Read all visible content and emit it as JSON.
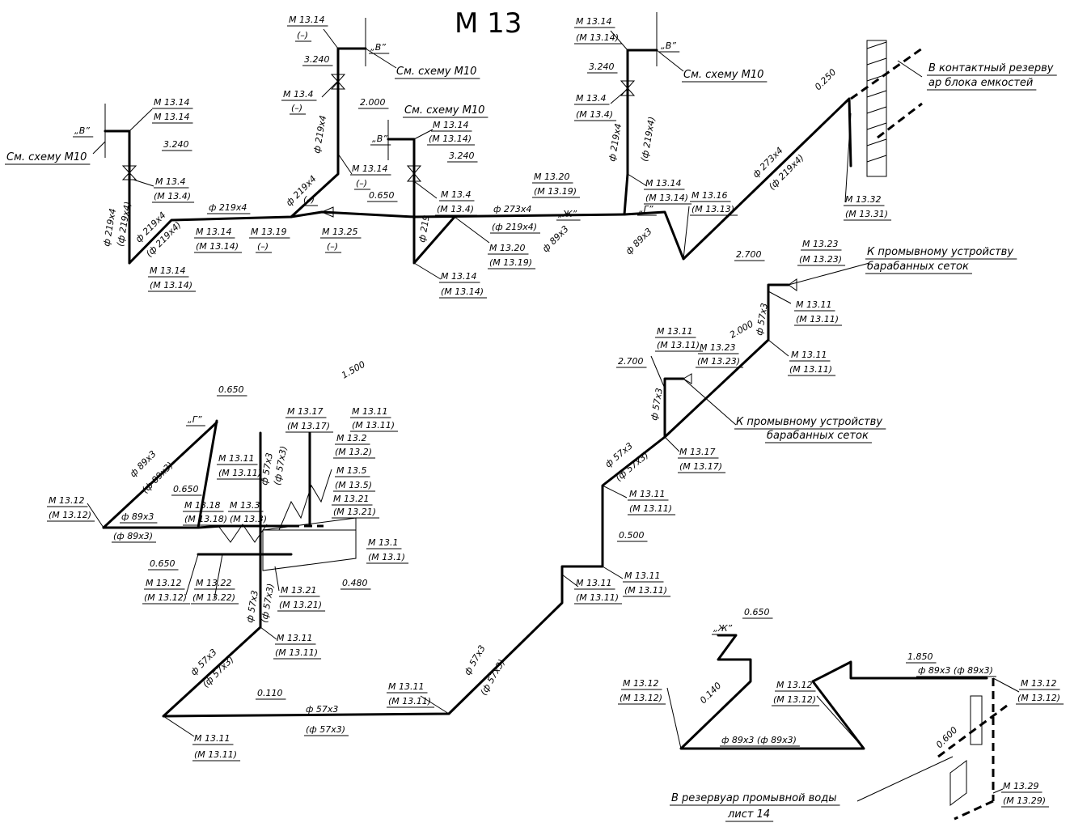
{
  "title": "М 13",
  "labels": [
    {
      "id": "l01",
      "t": "М 13.14"
    },
    {
      "id": "l02",
      "t": "(–)"
    },
    {
      "id": "l03",
      "t": "3.240"
    },
    {
      "id": "l04",
      "t": "„В”"
    },
    {
      "id": "l05",
      "t": "См. схему М10"
    },
    {
      "id": "l06",
      "t": "М 13.4"
    },
    {
      "id": "l07",
      "t": "(–)"
    },
    {
      "id": "l08",
      "t": "2.000"
    },
    {
      "id": "l09",
      "t": "ф 219х4"
    },
    {
      "id": "l10",
      "t": "М 13.14"
    },
    {
      "id": "l11",
      "t": "(М 13.14)"
    },
    {
      "id": "l12",
      "t": "3.240"
    },
    {
      "id": "l13",
      "t": "„В”"
    },
    {
      "id": "l14",
      "t": "См. схему М10"
    },
    {
      "id": "l15",
      "t": "М 13.4"
    },
    {
      "id": "l16",
      "t": "(М 13.4)"
    },
    {
      "id": "l17",
      "t": "ф 219х4"
    },
    {
      "id": "l18",
      "t": "(ф 219х4)"
    },
    {
      "id": "l19",
      "t": "0.250"
    },
    {
      "id": "l20",
      "t": "ф 273х4"
    },
    {
      "id": "l21",
      "t": "(ф 219х4)"
    },
    {
      "id": "l22",
      "t": "В контактный резерву"
    },
    {
      "id": "l23",
      "t": "ар блока емкостей"
    },
    {
      "id": "l24",
      "t": "М 13.32"
    },
    {
      "id": "l25",
      "t": "(М 13.31)"
    },
    {
      "id": "l26",
      "t": "„В”"
    },
    {
      "id": "l27",
      "t": "М 13.14"
    },
    {
      "id": "l28",
      "t": "М 13.14"
    },
    {
      "id": "l29",
      "t": "3.240"
    },
    {
      "id": "l30",
      "t": "См. схему М10"
    },
    {
      "id": "l31",
      "t": "М 13.4"
    },
    {
      "id": "l32",
      "t": "(М 13.4)"
    },
    {
      "id": "l33",
      "t": "ф 219х4"
    },
    {
      "id": "l34",
      "t": "(ф 219х4)"
    },
    {
      "id": "l35",
      "t": "ф 219х4"
    },
    {
      "id": "l36",
      "t": "(ф 219х4)"
    },
    {
      "id": "l37",
      "t": "М 13.14"
    },
    {
      "id": "l38",
      "t": "(М 13.14)"
    },
    {
      "id": "l39",
      "t": "ф 219х4"
    },
    {
      "id": "l40",
      "t": "М 13.14"
    },
    {
      "id": "l41",
      "t": "(М 13.14)"
    },
    {
      "id": "l42",
      "t": "М 13.19"
    },
    {
      "id": "l43",
      "t": "(–)"
    },
    {
      "id": "l44",
      "t": "ф 219х4"
    },
    {
      "id": "l45",
      "t": "(–)"
    },
    {
      "id": "l46",
      "t": "0.650"
    },
    {
      "id": "l47",
      "t": "М 13.25"
    },
    {
      "id": "l48",
      "t": "(–)"
    },
    {
      "id": "l49",
      "t": "М 13.14"
    },
    {
      "id": "l50",
      "t": "(–)"
    },
    {
      "id": "l51",
      "t": "См. схему М10"
    },
    {
      "id": "l52",
      "t": "„В”"
    },
    {
      "id": "l53",
      "t": "М 13.14"
    },
    {
      "id": "l54",
      "t": "(М 13.14)"
    },
    {
      "id": "l55",
      "t": "3.240"
    },
    {
      "id": "l56",
      "t": "М 13.4"
    },
    {
      "id": "l57",
      "t": "(М 13.4)"
    },
    {
      "id": "l58",
      "t": "ф 219"
    },
    {
      "id": "l59",
      "t": "М 13.20"
    },
    {
      "id": "l60",
      "t": "(М 13.19)"
    },
    {
      "id": "l61",
      "t": "М 13.14"
    },
    {
      "id": "l62",
      "t": "(М 13.14)"
    },
    {
      "id": "l63",
      "t": "ф 273х4"
    },
    {
      "id": "l64",
      "t": "(ф 219х4)"
    },
    {
      "id": "l65",
      "t": "М 13.20"
    },
    {
      "id": "l66",
      "t": "(М 13.19)"
    },
    {
      "id": "l67",
      "t": "„Ж”"
    },
    {
      "id": "l68",
      "t": "ф 89х3"
    },
    {
      "id": "l69",
      "t": "„Г”"
    },
    {
      "id": "l70",
      "t": "ф 89х3"
    },
    {
      "id": "l71",
      "t": "М 13.14"
    },
    {
      "id": "l72",
      "t": "(М 13.14)"
    },
    {
      "id": "l73",
      "t": "М 13.16"
    },
    {
      "id": "l74",
      "t": "(М 13.13)"
    },
    {
      "id": "l75",
      "t": "2.700"
    },
    {
      "id": "l76",
      "t": "М 13.23"
    },
    {
      "id": "l77",
      "t": "(М 13.23)"
    },
    {
      "id": "l78",
      "t": "К промывному устройству"
    },
    {
      "id": "l79",
      "t": "барабанных сеток"
    },
    {
      "id": "l80",
      "t": "М 13.11"
    },
    {
      "id": "l81",
      "t": "(М 13.11)"
    },
    {
      "id": "l82",
      "t": "ф 57х3"
    },
    {
      "id": "l83",
      "t": "2.000"
    },
    {
      "id": "l84",
      "t": "М 13.11"
    },
    {
      "id": "l85",
      "t": "(М 13.11)"
    },
    {
      "id": "l86",
      "t": "М 13.23"
    },
    {
      "id": "l87",
      "t": "(М 13.23)"
    },
    {
      "id": "l88",
      "t": "М 13.11"
    },
    {
      "id": "l89",
      "t": "(М 13.11)"
    },
    {
      "id": "l90",
      "t": "2.700"
    },
    {
      "id": "l91",
      "t": "ф 57х3"
    },
    {
      "id": "l92",
      "t": "К промывному устройству"
    },
    {
      "id": "l93",
      "t": "барабанных сеток"
    },
    {
      "id": "l94",
      "t": "ф 57х3"
    },
    {
      "id": "l95",
      "t": "(ф 57х3)"
    },
    {
      "id": "l96",
      "t": "М 13.17"
    },
    {
      "id": "l97",
      "t": "(М 13.17)"
    },
    {
      "id": "l98",
      "t": "М 13.11"
    },
    {
      "id": "l99",
      "t": "(М 13.11)"
    },
    {
      "id": "l100",
      "t": "0.500"
    },
    {
      "id": "l101",
      "t": "М 13.11"
    },
    {
      "id": "l102",
      "t": "(М 13.11)"
    },
    {
      "id": "l103",
      "t": "М 13.11"
    },
    {
      "id": "l104",
      "t": "(М 13.11)"
    },
    {
      "id": "l105",
      "t": "0.650"
    },
    {
      "id": "l106",
      "t": "„Г”"
    },
    {
      "id": "l107",
      "t": "ф 89х3"
    },
    {
      "id": "l108",
      "t": "(ф 89х3)"
    },
    {
      "id": "l109",
      "t": "1.500"
    },
    {
      "id": "l110",
      "t": "М 13.17"
    },
    {
      "id": "l111",
      "t": "(М 13.17)"
    },
    {
      "id": "l112",
      "t": "М 13.11"
    },
    {
      "id": "l113",
      "t": "(М 13.11)"
    },
    {
      "id": "l114",
      "t": "М 13.12"
    },
    {
      "id": "l115",
      "t": "(М 13.12)"
    },
    {
      "id": "l116",
      "t": "0.650"
    },
    {
      "id": "l117",
      "t": "ф 89х3"
    },
    {
      "id": "l118",
      "t": "(ф 89х3)"
    },
    {
      "id": "l119",
      "t": "М 13.18"
    },
    {
      "id": "l120",
      "t": "(М 13.18)"
    },
    {
      "id": "l121",
      "t": "М 13.3"
    },
    {
      "id": "l122",
      "t": "(М 13.3)"
    },
    {
      "id": "l123",
      "t": "М 13.11"
    },
    {
      "id": "l124",
      "t": "(М 13.11)"
    },
    {
      "id": "l125",
      "t": "ф 57х3"
    },
    {
      "id": "l126",
      "t": "(ф 57х3)"
    },
    {
      "id": "l127",
      "t": "М 13.2"
    },
    {
      "id": "l128",
      "t": "(М 13.2)"
    },
    {
      "id": "l129",
      "t": "М 13.5"
    },
    {
      "id": "l130",
      "t": "(М 13.5)"
    },
    {
      "id": "l131",
      "t": "М 13.21"
    },
    {
      "id": "l132",
      "t": "(М 13.21)"
    },
    {
      "id": "l133",
      "t": "М 13.1"
    },
    {
      "id": "l134",
      "t": "(М 13.1)"
    },
    {
      "id": "l135",
      "t": "0.650"
    },
    {
      "id": "l136",
      "t": "М 13.12"
    },
    {
      "id": "l137",
      "t": "(М 13.12)"
    },
    {
      "id": "l138",
      "t": "М 13.22"
    },
    {
      "id": "l139",
      "t": "(М 13.22)"
    },
    {
      "id": "l140",
      "t": "М 13.21"
    },
    {
      "id": "l141",
      "t": "(М 13.21)"
    },
    {
      "id": "l142",
      "t": "0.480"
    },
    {
      "id": "l143",
      "t": "ф 57х3"
    },
    {
      "id": "l144",
      "t": "(ф 57х3)"
    },
    {
      "id": "l145",
      "t": "М 13.11"
    },
    {
      "id": "l146",
      "t": "(М 13.11)"
    },
    {
      "id": "l147",
      "t": "ф 57х3"
    },
    {
      "id": "l148",
      "t": "(ф 57х3)"
    },
    {
      "id": "l149",
      "t": "0.110"
    },
    {
      "id": "l150",
      "t": "ф 57х3"
    },
    {
      "id": "l151",
      "t": "(ф 57х3)"
    },
    {
      "id": "l152",
      "t": "М 13.11"
    },
    {
      "id": "l153",
      "t": "(М 13.11)"
    },
    {
      "id": "l154",
      "t": "ф 57х3"
    },
    {
      "id": "l155",
      "t": "(ф 57х3)"
    },
    {
      "id": "l156",
      "t": "М 13.11"
    },
    {
      "id": "l157",
      "t": "(М 13.11)"
    },
    {
      "id": "l158",
      "t": "„Ж”"
    },
    {
      "id": "l159",
      "t": "0.650"
    },
    {
      "id": "l160",
      "t": "М 13.12"
    },
    {
      "id": "l161",
      "t": "(М 13.12)"
    },
    {
      "id": "l162",
      "t": "0.140"
    },
    {
      "id": "l163",
      "t": "ф 89х3 (ф 89х3)"
    },
    {
      "id": "l164",
      "t": "М 13.12"
    },
    {
      "id": "l165",
      "t": "(М 13.12)"
    },
    {
      "id": "l166",
      "t": "1.850"
    },
    {
      "id": "l167",
      "t": "ф 89х3 (ф 89х3)"
    },
    {
      "id": "l168",
      "t": "М 13.12"
    },
    {
      "id": "l169",
      "t": "(М 13.12)"
    },
    {
      "id": "l170",
      "t": "0.600"
    },
    {
      "id": "l171",
      "t": "В резервуар промывной воды"
    },
    {
      "id": "l172",
      "t": "лист 14"
    },
    {
      "id": "l173",
      "t": "М 13.29"
    },
    {
      "id": "l174",
      "t": "(М 13.29)"
    }
  ]
}
